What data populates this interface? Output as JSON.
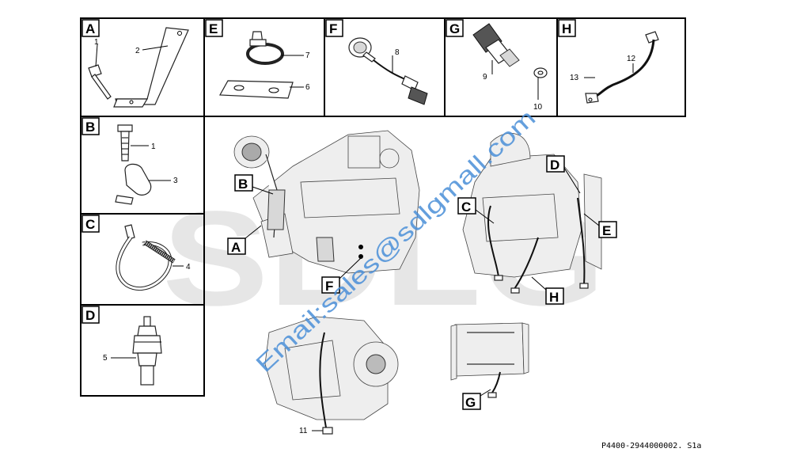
{
  "panels": [
    {
      "letter": "A",
      "numbers": [
        "1",
        "2"
      ]
    },
    {
      "letter": "B",
      "numbers": [
        "1",
        "3"
      ]
    },
    {
      "letter": "C",
      "numbers": [
        "4"
      ]
    },
    {
      "letter": "D",
      "numbers": [
        "5"
      ]
    },
    {
      "letter": "E",
      "numbers": [
        "7",
        "6"
      ]
    },
    {
      "letter": "F",
      "numbers": [
        "8"
      ]
    },
    {
      "letter": "G",
      "numbers": [
        "9",
        "10"
      ]
    },
    {
      "letter": "H",
      "numbers": [
        "12",
        "13"
      ]
    }
  ],
  "callouts": [
    "B",
    "A",
    "F",
    "C",
    "D",
    "E",
    "H",
    "G"
  ],
  "part_11": "11",
  "watermark": "Email:sales@sdlgmall.com",
  "logo_text": "SDLG",
  "reference": "P4400-2944000002. S1a"
}
